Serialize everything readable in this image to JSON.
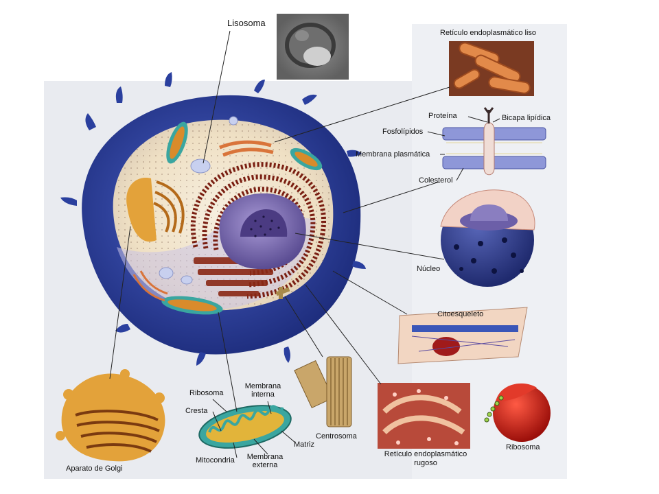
{
  "labels": {
    "lisosoma": "Lisosoma",
    "reticulo_liso": "Retículo endoplasmático liso",
    "proteina": "Proteína",
    "bicapa": "Bicapa lipídica",
    "fosfolipidos": "Fosfolípidos",
    "membrana_plasmatica": "Membrana plasmática",
    "colesterol": "Colesterol",
    "nucleo": "Núcleo",
    "citoesqueleto": "Citoesqueleto",
    "ribosoma_left": "Ribosoma",
    "membrana_interna_1": "Membrana",
    "membrana_interna_2": "interna",
    "cresta": "Cresta",
    "matriz": "Matriz",
    "mitocondria": "Mitocondria",
    "membrana_externa_1": "Membrana",
    "membrana_externa_2": "externa",
    "centrosoma": "Centrosoma",
    "reticulo_rugoso_1": "Retículo endoplasmático",
    "reticulo_rugoso_2": "rugoso",
    "ribosoma_right": "Ribosoma",
    "aparato_golgi": "Aparato de Golgi"
  },
  "colors": {
    "cell_membrane": "#2a3f9e",
    "cytoplasm": "#f4ead6",
    "nucleus": "#6f5fa8",
    "rough_er": "#7a1f12",
    "golgi": "#e3a23a",
    "mitochondria_shell": "#3aa6a0",
    "mitochondria_inner": "#d98b2b",
    "smooth_er": "#d9743a",
    "ribosome": "#c9221a",
    "page_bg": "#e6e8ee"
  },
  "icons": [
    "lysosome-micrograph",
    "cell-illustration",
    "smooth-er-inset",
    "plasma-membrane-inset",
    "nucleus-inset",
    "cytoskeleton-inset",
    "rough-er-inset",
    "ribosome-inset",
    "golgi-inset",
    "mitochondria-inset",
    "centrosome-inset"
  ]
}
